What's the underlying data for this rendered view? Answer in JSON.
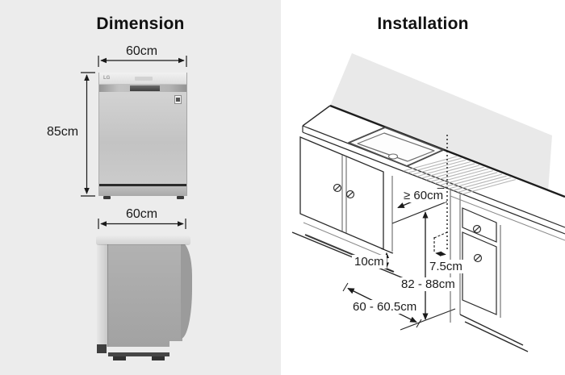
{
  "dimension_panel": {
    "title": "Dimension",
    "front_view": {
      "width": "60cm",
      "height": "85cm",
      "brand": "LG"
    },
    "side_view": {
      "depth": "60cm"
    }
  },
  "installation_panel": {
    "title": "Installation",
    "measurements": {
      "opening_width": "≥ 60cm",
      "plinth_height": "10cm",
      "drain_offset": "7.5cm",
      "niche_height": "82 - 88cm",
      "niche_depth": "60 - 60.5cm"
    }
  },
  "colors": {
    "left_panel_bg": "#ececec",
    "right_panel_bg": "#ffffff",
    "wall_gray": "#e9e9e9",
    "line_dark": "#1a1a1a",
    "text": "#111111"
  }
}
